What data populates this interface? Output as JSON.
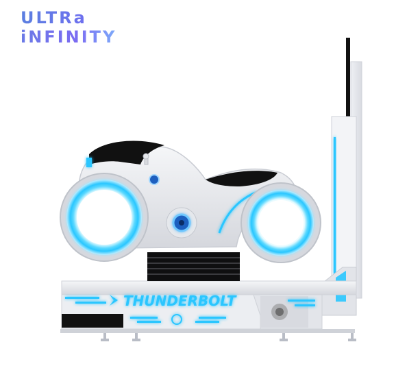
{
  "logo": {
    "line1": "ULTRa",
    "line2": "iNFINITY"
  },
  "machine": {
    "brand_text": "THUNDERBOLT",
    "accent_color": "#29c6ff",
    "body_color": "#e9eaee",
    "dark_color": "#111111"
  }
}
